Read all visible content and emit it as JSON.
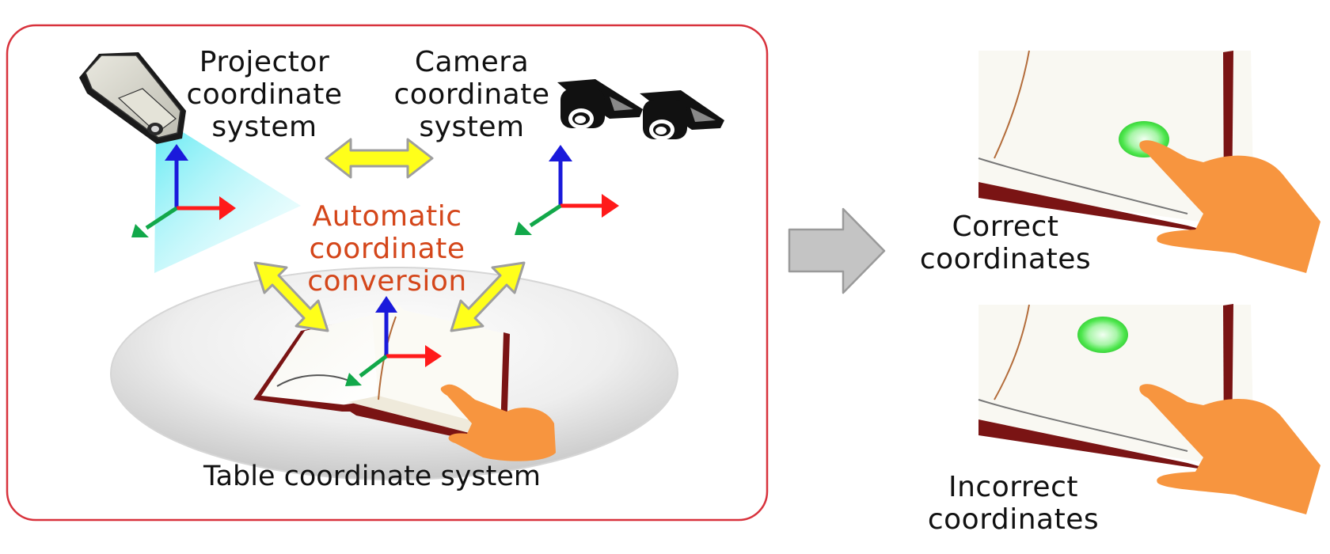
{
  "projector": {
    "lines": [
      "Projector",
      "coordinate",
      "system"
    ]
  },
  "camera": {
    "lines": [
      "Camera",
      "coordinate",
      "system"
    ]
  },
  "conversion": {
    "lines": [
      "Automatic",
      "coordinate",
      "conversion"
    ]
  },
  "table": {
    "label": "Table coordinate system"
  },
  "results": {
    "correct": {
      "lines": [
        "Correct",
        "coordinates"
      ]
    },
    "incorrect": {
      "lines": [
        "Incorrect",
        "coordinates"
      ]
    }
  },
  "colors": {
    "frame": "#d8323c",
    "conversion_text": "#d4461a",
    "axis_x": "#ff1a1a",
    "axis_y": "#1a1adb",
    "axis_z": "#12a84a",
    "double_arrow": "#ffff1a",
    "hand": "#f7953f",
    "touch_dot": "#4ce64c",
    "book_cover": "#7a1414",
    "next_arrow": "#c4c4c4"
  },
  "icons": [
    "projector-icon",
    "camera-icon",
    "book-icon",
    "hand-icon",
    "touch-point-icon",
    "double-arrow-icon",
    "right-arrow-icon",
    "axes-icon"
  ]
}
